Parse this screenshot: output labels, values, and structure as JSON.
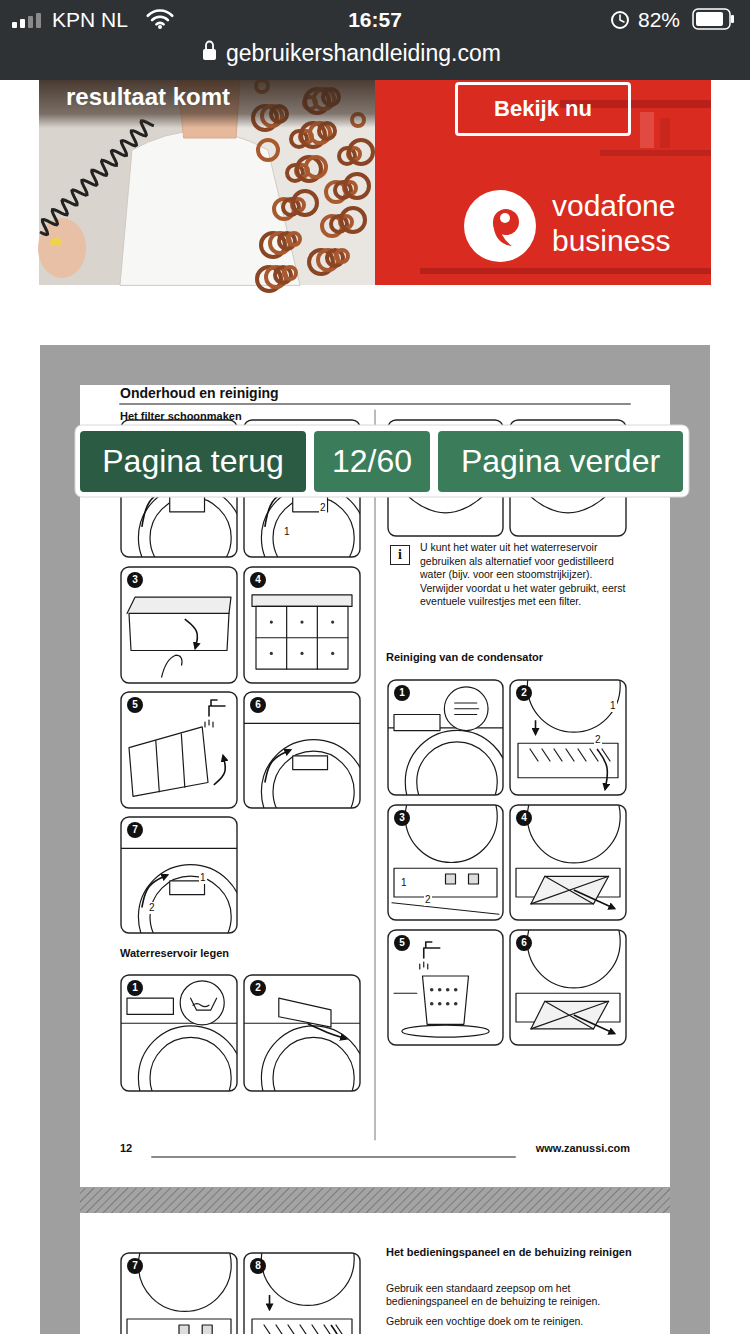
{
  "diagram": {
    "nodes": [
      {
        "text": [
          "Bekijk nu"
        ]
      },
      {
        "text": [
          "Pagina terug"
        ]
      },
      {
        "text": [
          "12/60"
        ]
      },
      {
        "text": [
          "Pagina verder"
        ]
      }
    ],
    "labels": [
      "KPN NL",
      "16:57",
      "82%",
      "gebruikershandleiding.com",
      "resultaat komt",
      "vodafone",
      "business",
      "Onderhoud en reiniging",
      "Het filter schoonmaken",
      "2",
      "1",
      "3",
      "4",
      "5",
      "6",
      "7",
      "1",
      "2",
      "Waterreservoir legen",
      "1",
      "2",
      "i",
      "U kunt het water uit het waterreservoir gebruiken als alternatief voor gedistilleerd water (bijv. voor een stoomstrijkijzer). Verwijder voordat u het water gebruikt, eerst eventuele vuilrestjes met een filter.",
      "Reiniging van de condensator",
      "1",
      "2",
      "1",
      "2",
      "3",
      "1",
      "2",
      "4",
      "5",
      "6",
      "12",
      "www.zanussi.com",
      "7",
      "8",
      "Het bedieningspaneel en de behuizing reinigen",
      "Gebruik een standaard zeepsop om het bedieningspaneel en de behuizing te reinigen.",
      "Gebruik een vochtige doek om te reinigen."
    ]
  }
}
